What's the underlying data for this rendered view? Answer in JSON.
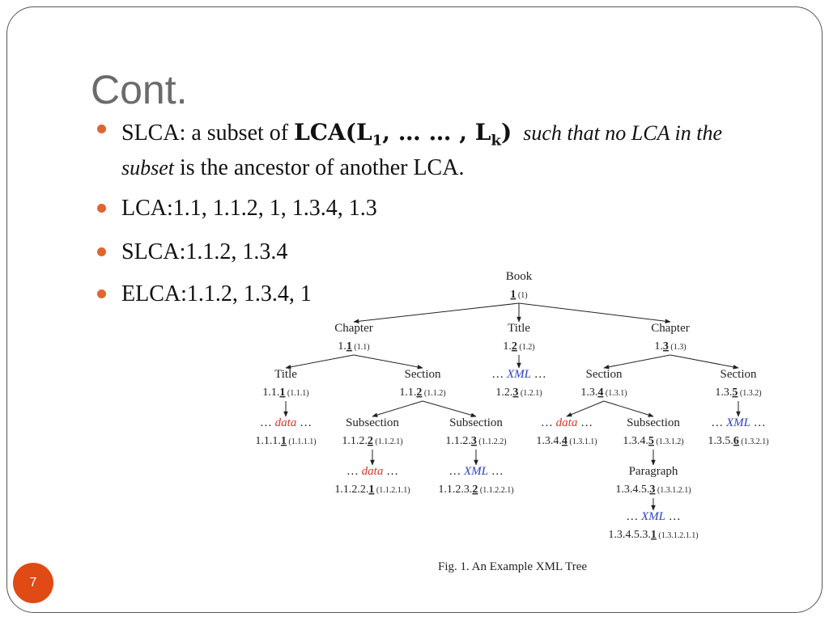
{
  "slide": {
    "title": "Cont.",
    "page_number": "7",
    "bullet_color": "#e1652f",
    "bullets": [
      {
        "prefix": "SLCA: a subset of ",
        "math_main": "LCA(L",
        "math_sub1": "1",
        "math_mid": ", … … , L",
        "math_sub2": "k",
        "math_end": ")",
        "italic_tail": "such that no LCA in the",
        "line2_italic": "subset",
        "line2_rest": " is the ancestor of another LCA."
      },
      {
        "text": "LCA:1.1,  1.1.2,  1,  1.3.4,  1.3"
      },
      {
        "text": "SLCA:1.1.2,  1.3.4"
      },
      {
        "text": "ELCA:1.1.2,  1.3.4, 1"
      }
    ]
  },
  "figure": {
    "caption": "Fig. 1.    An Example XML Tree",
    "nodes": {
      "book": {
        "label": "Book",
        "prefix": "",
        "num": "1",
        "paren": "(1)"
      },
      "ch1": {
        "label": "Chapter",
        "prefix": "1.",
        "num": "1",
        "paren": "(1.1)"
      },
      "t12": {
        "label": "Title",
        "prefix": "1.",
        "num": "2",
        "paren": "(1.2)"
      },
      "ch3": {
        "label": "Chapter",
        "prefix": "1.",
        "num": "3",
        "paren": "(1.3)"
      },
      "t111": {
        "label": "Title",
        "prefix": "1.1.",
        "num": "1",
        "paren": "(1.1.1)"
      },
      "s112": {
        "label": "Section",
        "prefix": "1.1.",
        "num": "2",
        "paren": "(1.1.2)"
      },
      "xml123": {
        "label": "XML",
        "prefix": "1.2.",
        "num": "3",
        "paren": "(1.2.1)"
      },
      "s134": {
        "label": "Section",
        "prefix": "1.3.",
        "num": "4",
        "paren": "(1.3.1)"
      },
      "s135": {
        "label": "Section",
        "prefix": "1.3.",
        "num": "5",
        "paren": "(1.3.2)"
      },
      "d1111": {
        "label": "data",
        "prefix": "1.1.1.",
        "num": "1",
        "paren": "(1.1.1.1)"
      },
      "sub1122": {
        "label": "Subsection",
        "prefix": "1.1.2.",
        "num": "2",
        "paren": "(1.1.2.1)"
      },
      "sub1123": {
        "label": "Subsection",
        "prefix": "1.1.2.",
        "num": "3",
        "paren": "(1.1.2.2)"
      },
      "d1344": {
        "label": "data",
        "prefix": "1.3.4.",
        "num": "4",
        "paren": "(1.3.1.1)"
      },
      "sub1345": {
        "label": "Subsection",
        "prefix": "1.3.4.",
        "num": "5",
        "paren": "(1.3.1.2)"
      },
      "xml1356": {
        "label": "XML",
        "prefix": "1.3.5.",
        "num": "6",
        "paren": "(1.3.2.1)"
      },
      "d11221": {
        "label": "data",
        "prefix": "1.1.2.2.",
        "num": "1",
        "paren": "(1.1.2.1.1)"
      },
      "xml11232": {
        "label": "XML",
        "prefix": "1.1.2.3.",
        "num": "2",
        "paren": "(1.1.2.2.1)"
      },
      "para13453": {
        "label": "Paragraph",
        "prefix": "1.3.4.5.",
        "num": "3",
        "paren": "(1.3.1.2.1)"
      },
      "xml134531": {
        "label": "XML",
        "prefix": "1.3.4.5.3.",
        "num": "1",
        "paren": "(1.3.1.2.1.1)"
      }
    },
    "ellipsis": "…",
    "colors": {
      "data": "#d9342b",
      "xml": "#2b3fc4",
      "text": "#222222"
    }
  }
}
